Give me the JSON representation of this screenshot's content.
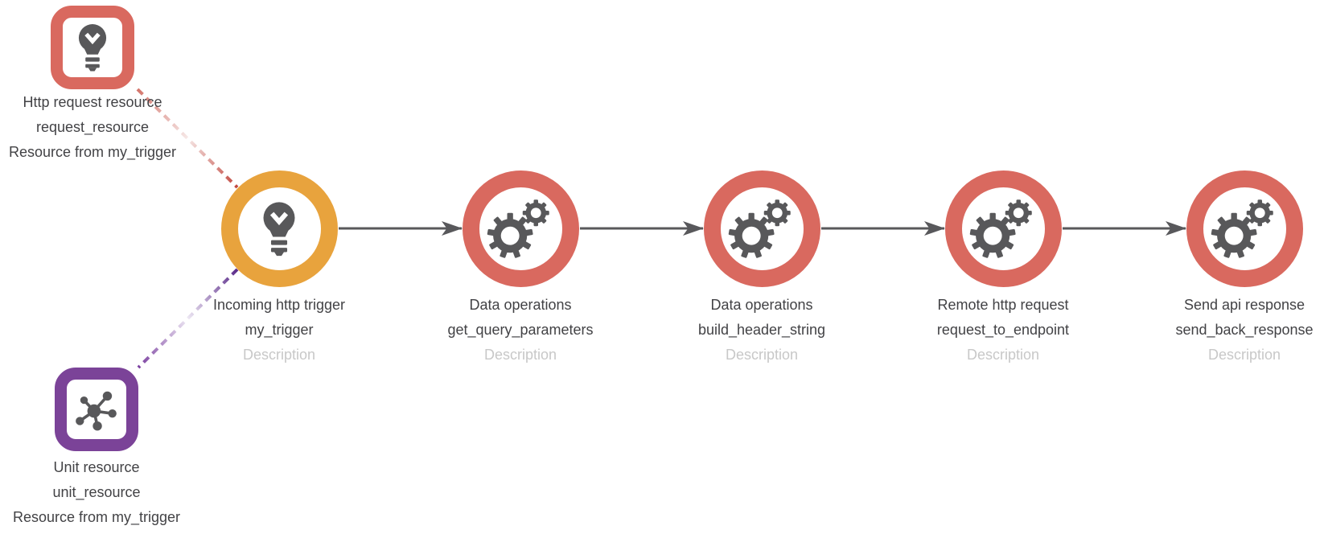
{
  "diagram": {
    "type": "workflow-pipeline",
    "background": "#ffffff"
  },
  "colors": {
    "trigger_ring": "#E8A33D",
    "action_ring": "#D9695F",
    "http_resource_box": "#D9695F",
    "unit_resource_box": "#7B4398",
    "icon_gray": "#58585A",
    "arrow_gray": "#58585B",
    "label_dark": "#424245",
    "description_gray": "#C8C8C8",
    "edge_red_dark": "#C1453C",
    "edge_red_light": "#F6E8E7",
    "edge_purple_dark": "#5B2B8A",
    "edge_purple_light": "#EDE7F3"
  },
  "resources": [
    {
      "title": "Http request resource",
      "name": "request_resource",
      "subtitle": "Resource from my_trigger",
      "icon": "lightbulb-icon",
      "color": "#D9695F"
    },
    {
      "title": "Unit resource",
      "name": "unit_resource",
      "subtitle": "Resource from my_trigger",
      "icon": "network-icon",
      "color": "#7B4398"
    }
  ],
  "nodes": [
    {
      "title": "Incoming http trigger",
      "name": "my_trigger",
      "description": "Description",
      "icon": "lightbulb-icon",
      "color": "#E8A33D"
    },
    {
      "title": "Data operations",
      "name": "get_query_parameters",
      "description": "Description",
      "icon": "gears-icon",
      "color": "#D9695F"
    },
    {
      "title": "Data operations",
      "name": "build_header_string",
      "description": "Description",
      "icon": "gears-icon",
      "color": "#D9695F"
    },
    {
      "title": "Remote http request",
      "name": "request_to_endpoint",
      "description": "Description",
      "icon": "gears-icon",
      "color": "#D9695F"
    },
    {
      "title": "Send api response",
      "name": "send_back_response",
      "description": "Description",
      "icon": "gears-icon",
      "color": "#D9695F"
    }
  ],
  "edges": [
    {
      "from": "request_resource",
      "to": "my_trigger",
      "style": "dashed-gradient",
      "color": "#C1453C"
    },
    {
      "from": "unit_resource",
      "to": "my_trigger",
      "style": "dashed-gradient",
      "color": "#7B3FA0"
    },
    {
      "from": "my_trigger",
      "to": "get_query_parameters",
      "style": "arrow",
      "color": "#58585B"
    },
    {
      "from": "get_query_parameters",
      "to": "build_header_string",
      "style": "arrow",
      "color": "#58585B"
    },
    {
      "from": "build_header_string",
      "to": "request_to_endpoint",
      "style": "arrow",
      "color": "#58585B"
    },
    {
      "from": "request_to_endpoint",
      "to": "send_back_response",
      "style": "arrow",
      "color": "#58585B"
    }
  ]
}
